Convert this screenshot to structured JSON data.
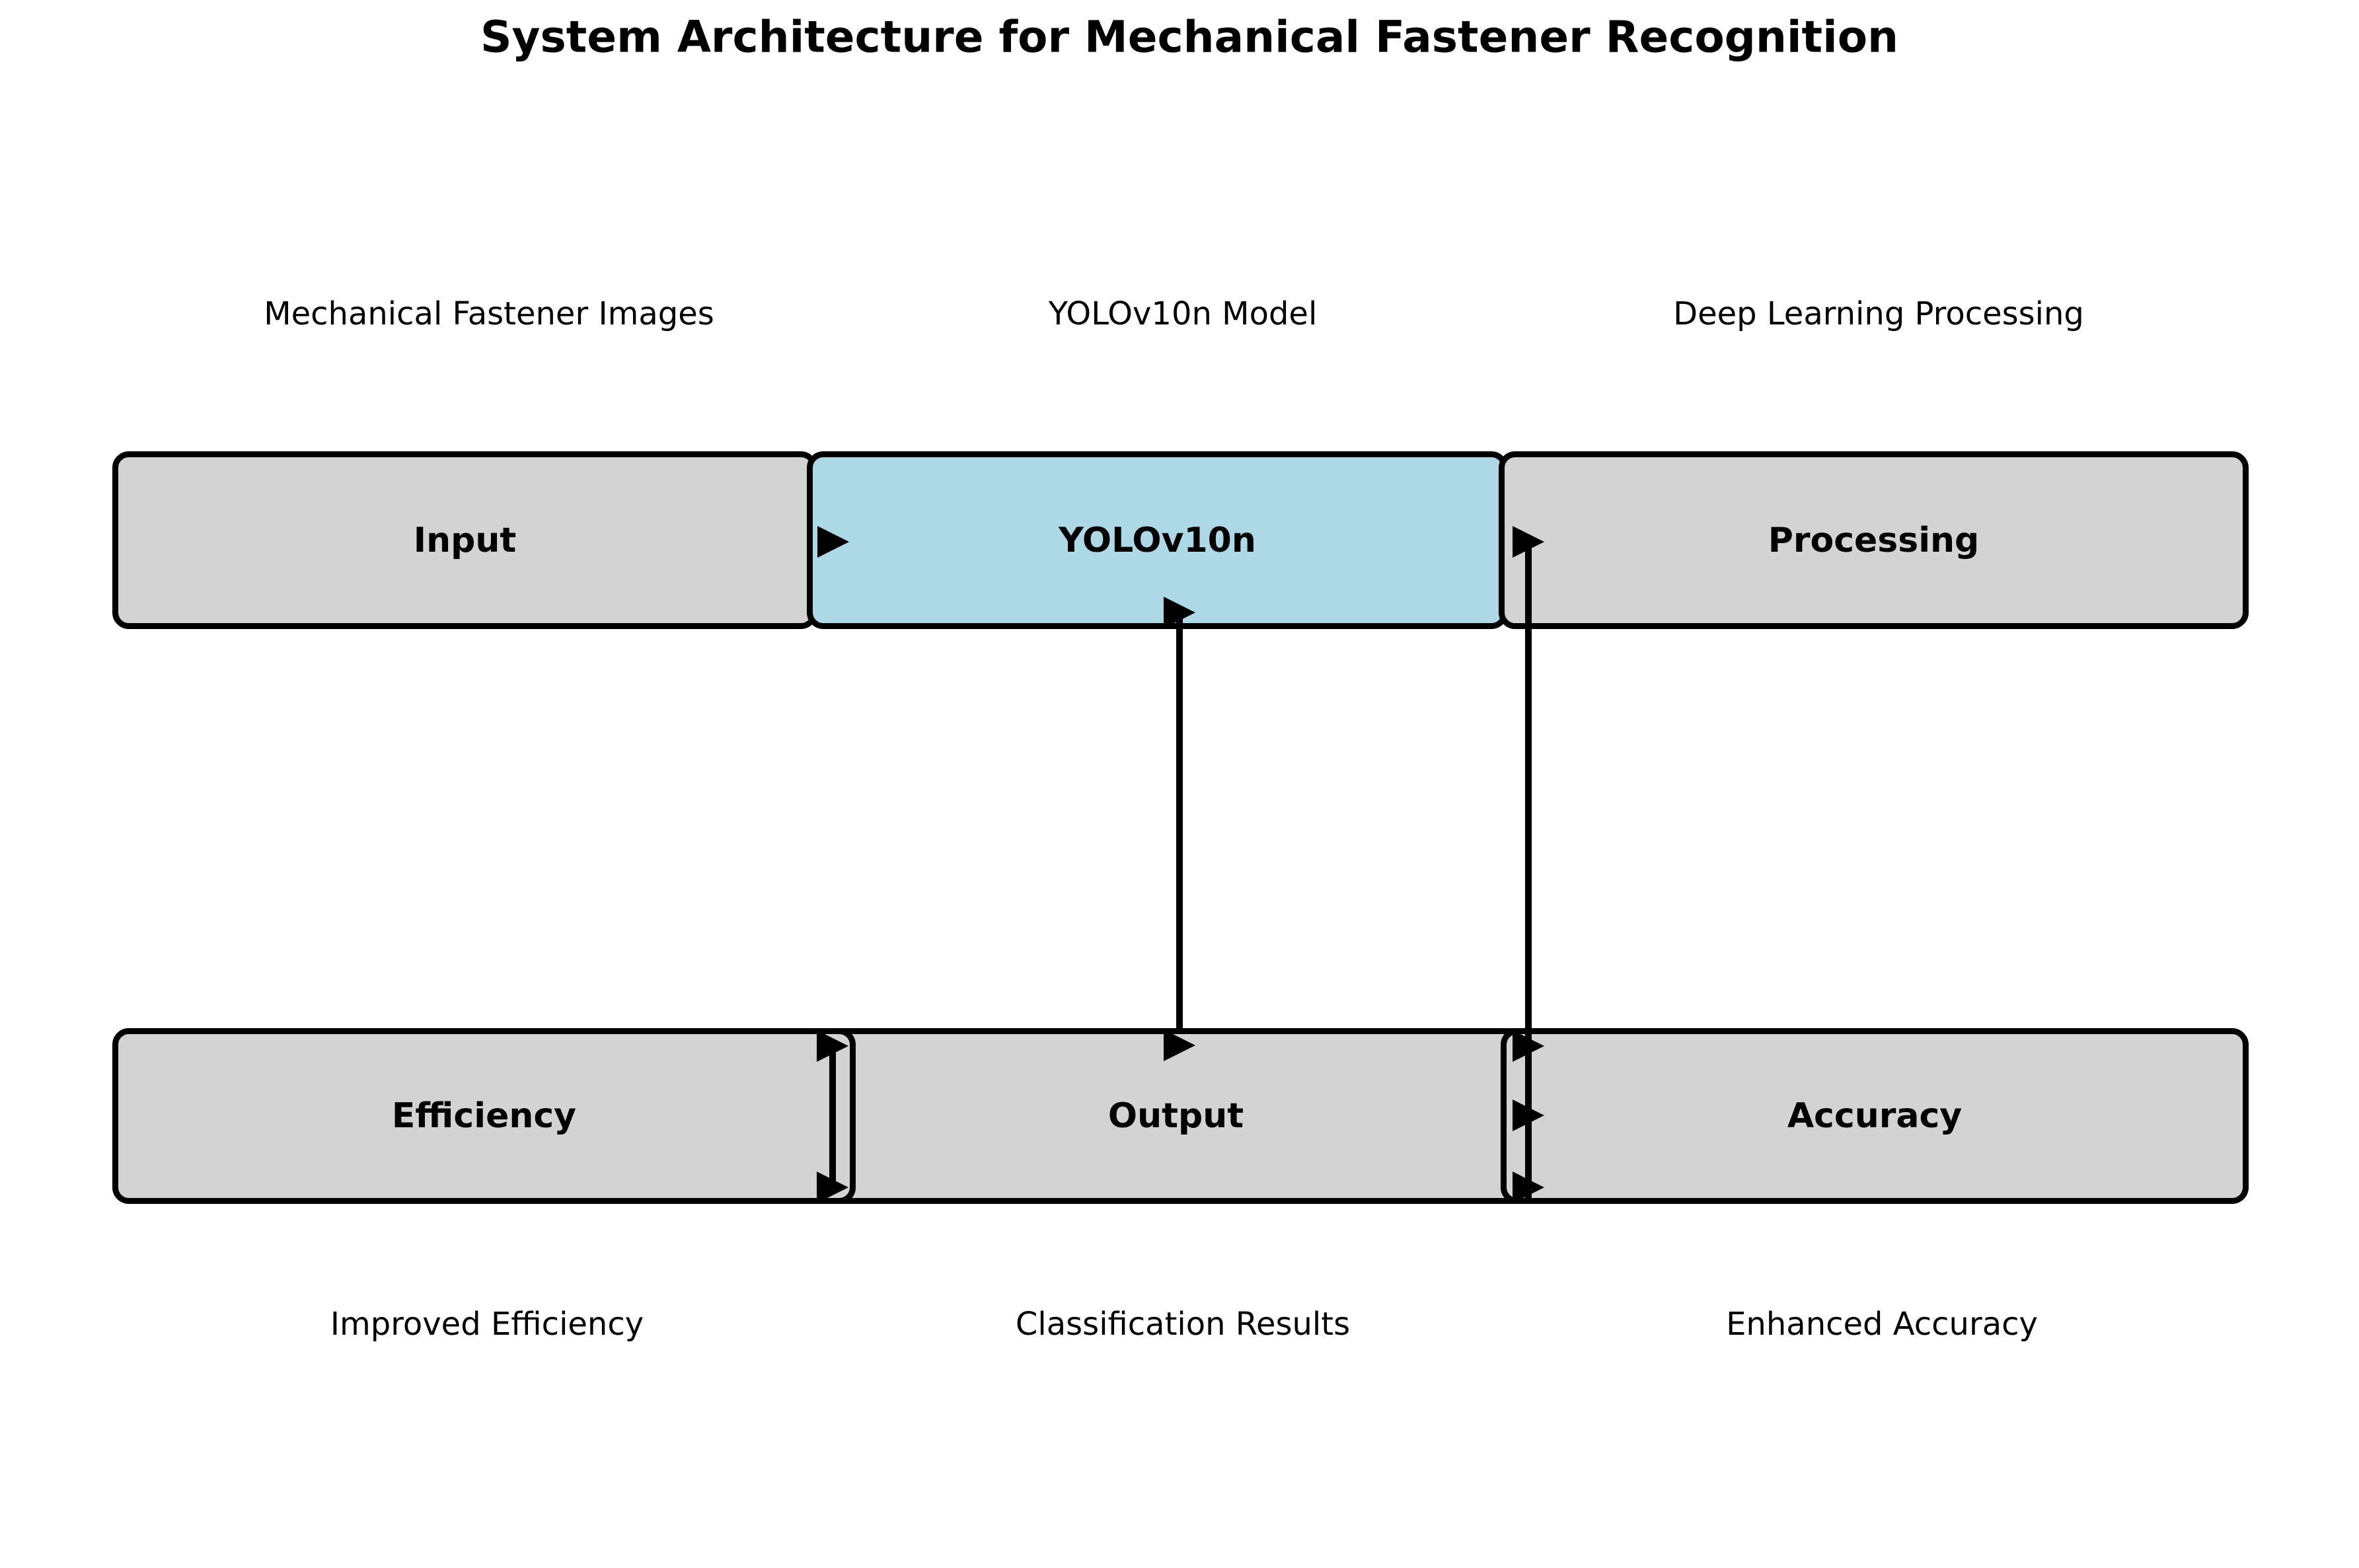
{
  "title": "System Architecture for Mechanical Fastener Recognition",
  "colors": {
    "box_gray": "#d3d3d3",
    "box_highlight_blue": "#add8e6",
    "border": "#000000",
    "text": "#000000",
    "background": "#ffffff"
  },
  "nodes": [
    {
      "label": "Input",
      "annotation": "Mechanical Fastener Images"
    },
    {
      "label": "YOLOv10n",
      "annotation": "YOLOv10n Model"
    },
    {
      "label": "Processing",
      "annotation": "Deep Learning Processing"
    },
    {
      "label": "Efficiency",
      "annotation": "Improved Efficiency"
    },
    {
      "label": "Output",
      "annotation": "Classification Results"
    },
    {
      "label": "Accuracy",
      "annotation": "Enhanced Accuracy"
    }
  ]
}
